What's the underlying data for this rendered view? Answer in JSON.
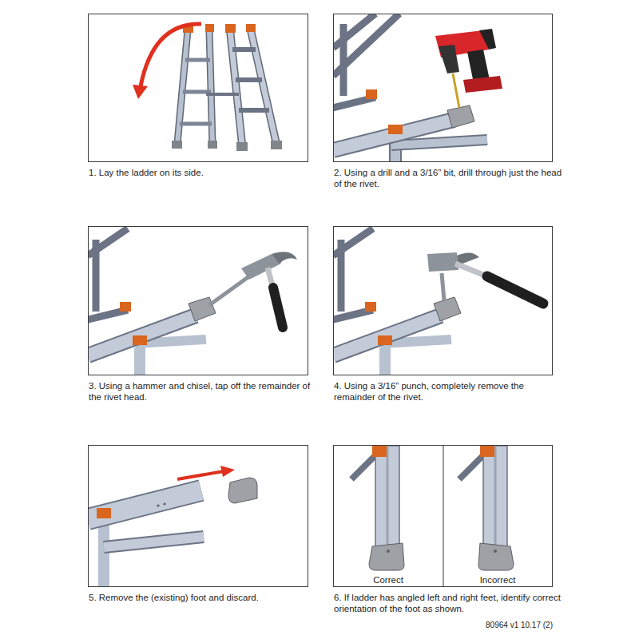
{
  "diagram": {
    "nodes": [
      {
        "text": [
          "1. Lay the ladder on its side."
        ]
      },
      {
        "text": [
          "2. Using a drill and a 3/16” bit, drill through just the head of the rivet."
        ]
      },
      {
        "text": [
          "3. Using a hammer and chisel, tap off the remainder of the rivet head."
        ]
      },
      {
        "text": [
          "4. Using a 3/16” punch, completely remove the remainder of the rivet."
        ]
      },
      {
        "text": [
          "5. Remove the (existing) foot and discard."
        ]
      },
      {
        "text": [
          "6. If ladder has angled left and right feet, identify correct orientation of the foot as shown."
        ]
      }
    ],
    "labels": [
      "Correct",
      "Incorrect",
      "80964 v1 10.17 (2)"
    ]
  }
}
